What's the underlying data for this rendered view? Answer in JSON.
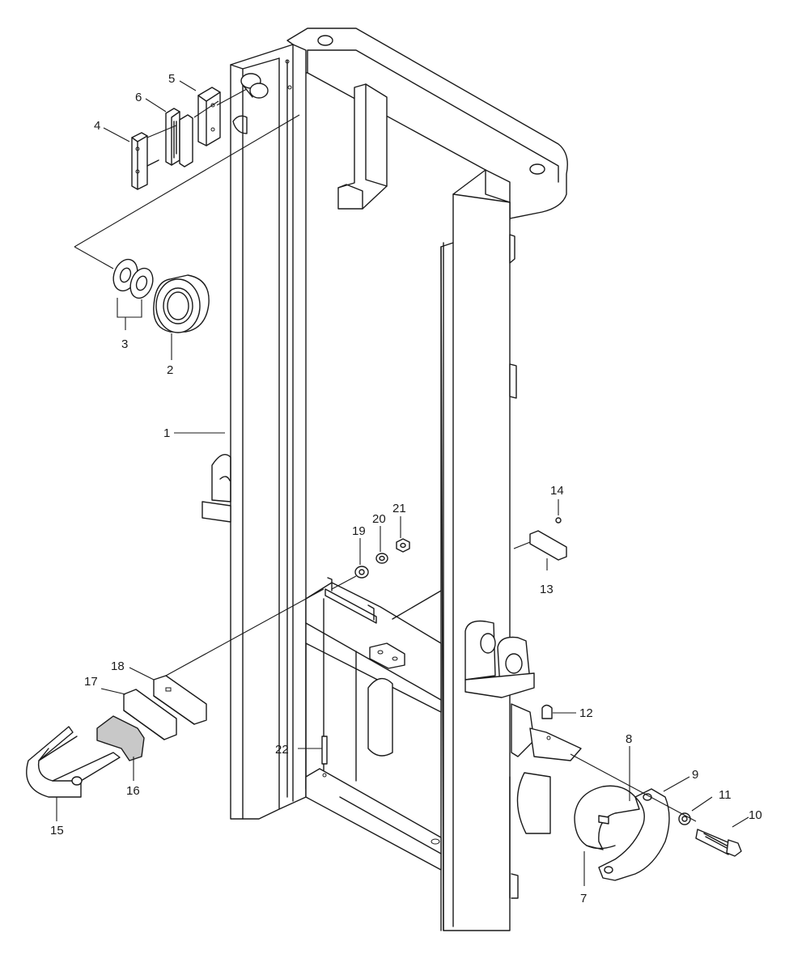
{
  "callouts": [
    {
      "id": "c1",
      "text": "1"
    },
    {
      "id": "c2",
      "text": "2"
    },
    {
      "id": "c3",
      "text": "3"
    },
    {
      "id": "c4",
      "text": "4"
    },
    {
      "id": "c5",
      "text": "5"
    },
    {
      "id": "c6",
      "text": "6"
    },
    {
      "id": "c7",
      "text": "7"
    },
    {
      "id": "c8",
      "text": "8"
    },
    {
      "id": "c9",
      "text": "9"
    },
    {
      "id": "c10",
      "text": "10"
    },
    {
      "id": "c11",
      "text": "11"
    },
    {
      "id": "c12",
      "text": "12"
    },
    {
      "id": "c13",
      "text": "13"
    },
    {
      "id": "c14",
      "text": "14"
    },
    {
      "id": "c15",
      "text": "15"
    },
    {
      "id": "c16",
      "text": "16"
    },
    {
      "id": "c17",
      "text": "17"
    },
    {
      "id": "c18",
      "text": "18"
    },
    {
      "id": "c19",
      "text": "19"
    },
    {
      "id": "c20",
      "text": "20"
    },
    {
      "id": "c21",
      "text": "21"
    },
    {
      "id": "c22",
      "text": "22"
    }
  ],
  "colors": {
    "line": "#1a1a1a",
    "background": "#ffffff",
    "shade": "#c8c8c8"
  }
}
